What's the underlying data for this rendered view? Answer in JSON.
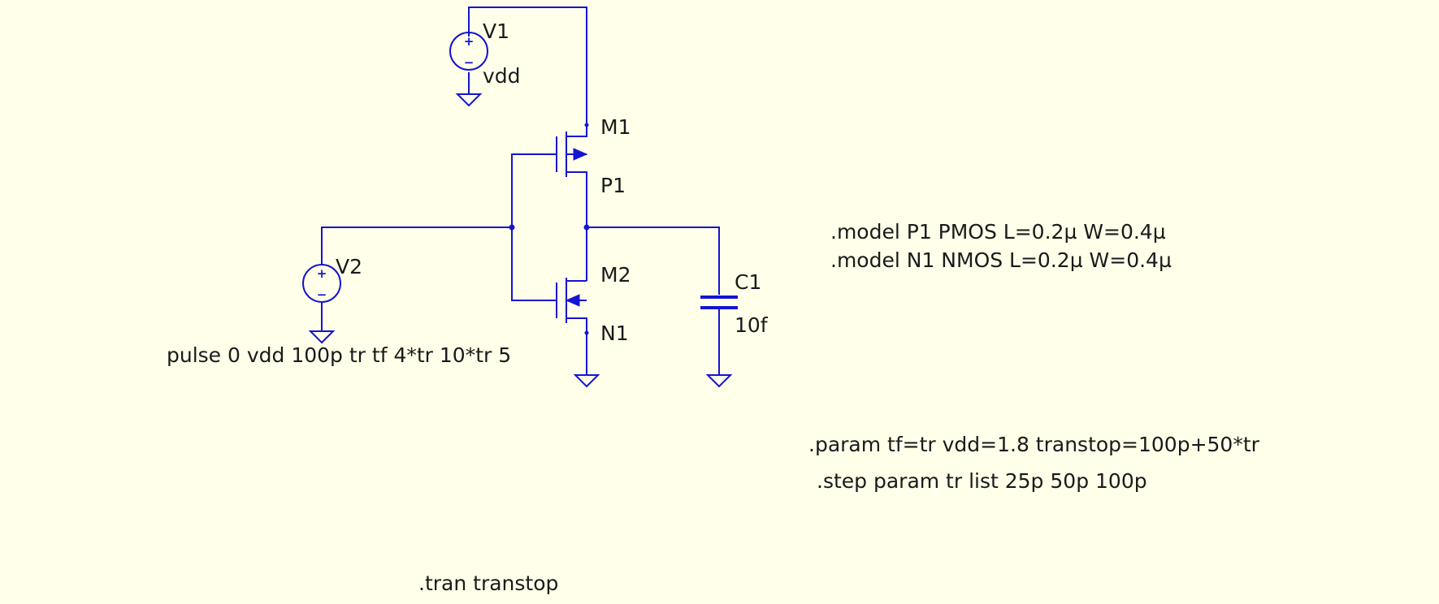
{
  "components": {
    "v1": {
      "ref": "V1",
      "value": "vdd"
    },
    "v2": {
      "ref": "V2",
      "value": "pulse 0 vdd 100p tr tf 4*tr 10*tr 5"
    },
    "m1": {
      "ref": "M1",
      "model": "P1"
    },
    "m2": {
      "ref": "M2",
      "model": "N1"
    },
    "c1": {
      "ref": "C1",
      "value": "10f"
    }
  },
  "source_polarity": {
    "plus": "+",
    "minus": "−"
  },
  "directives": {
    "model_p": ".model P1 PMOS L=0.2µ W=0.4µ",
    "model_n": ".model N1 NMOS L=0.2µ W=0.4µ",
    "param": ".param tf=tr vdd=1.8 transtop=100p+50*tr",
    "step": ".step param tr list 25p 50p 100p",
    "tran": ".tran transtop"
  },
  "colors": {
    "wire": "#1414D4",
    "background": "#FFFFEA",
    "text": "#1A1A1A"
  }
}
